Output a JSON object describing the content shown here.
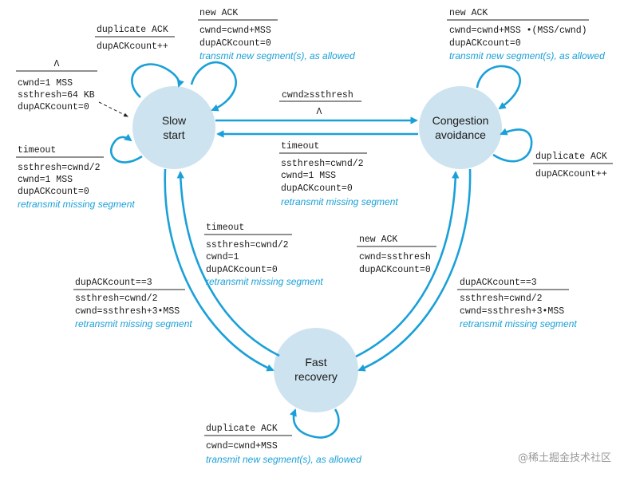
{
  "states": {
    "slow_start": [
      "Slow",
      "start"
    ],
    "congestion_avoidance": [
      "Congestion",
      "avoidance"
    ],
    "fast_recovery": [
      "Fast",
      "recovery"
    ]
  },
  "colors": {
    "state_fill": "#cde3ef",
    "arrow": "#1aa0d8",
    "italic_text": "#1aa0d8"
  },
  "labels": {
    "init": {
      "event": "Λ",
      "actions": [
        "cwnd=1 MSS",
        "ssthresh=64 KB",
        "dupACKcount=0"
      ]
    },
    "ss_dup": {
      "event": "duplicate ACK",
      "actions": [
        "dupACKcount++"
      ]
    },
    "ss_new": {
      "event": "new ACK",
      "actions": [
        "cwnd=cwnd+MSS",
        "dupACKcount=0"
      ],
      "note": "transmit new segment(s), as allowed"
    },
    "ss_timeout": {
      "event": "timeout",
      "actions": [
        "ssthresh=cwnd/2",
        "cwnd=1 MSS",
        "dupACKcount=0"
      ],
      "note": "retransmit missing segment"
    },
    "ss_to_ca": {
      "event": "cwnd≥ssthresh",
      "actions": [
        "Λ"
      ]
    },
    "ca_to_ss": {
      "event": "timeout",
      "actions": [
        "ssthresh=cwnd/2",
        "cwnd=1 MSS",
        "dupACKcount=0"
      ],
      "note": "retransmit missing segment"
    },
    "ca_new": {
      "event": "new ACK",
      "actions": [
        "cwnd=cwnd+MSS •(MSS/cwnd)",
        "dupACKcount=0"
      ],
      "note": "transmit new segment(s), as allowed"
    },
    "ca_dup": {
      "event": "duplicate ACK",
      "actions": [
        "dupACKcount++"
      ]
    },
    "fr_to_ss": {
      "event": "timeout",
      "actions": [
        "ssthresh=cwnd/2",
        "cwnd=1",
        "dupACKcount=0"
      ],
      "note": "retransmit missing segment"
    },
    "fr_to_ca": {
      "event": "new ACK",
      "actions": [
        "cwnd=ssthresh",
        "dupACKcount=0"
      ]
    },
    "ss_to_fr": {
      "event": "dupACKcount==3",
      "actions": [
        "ssthresh=cwnd/2",
        "cwnd=ssthresh+3•MSS"
      ],
      "note": "retransmit missing segment"
    },
    "ca_to_fr": {
      "event": "dupACKcount==3",
      "actions": [
        "ssthresh=cwnd/2",
        "cwnd=ssthresh+3•MSS"
      ],
      "note": "retransmit missing segment"
    },
    "fr_dup": {
      "event": "duplicate ACK",
      "actions": [
        "cwnd=cwnd+MSS"
      ],
      "note": "transmit new segment(s), as allowed"
    }
  },
  "watermark": "@稀土掘金技术社区"
}
